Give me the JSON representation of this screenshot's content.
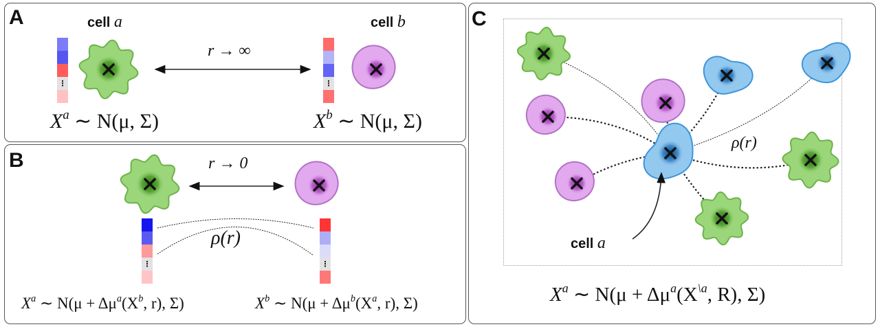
{
  "panels": {
    "a": {
      "label": "A",
      "cell_a_title": "cell",
      "cell_a_var": "a",
      "cell_b_title": "cell",
      "cell_b_var": "b",
      "arrow_label": "r → ∞",
      "formula_a": {
        "X": "X",
        "sup": "a",
        "rest": " ∼ N(μ, Σ)"
      },
      "formula_b": {
        "X": "X",
        "sup": "b",
        "rest": " ∼ N(μ, Σ)"
      },
      "bar_a_colors": [
        "#7b7cf7",
        "#5555f2",
        "#ff5c5c",
        "dots",
        "#ffc2c2"
      ],
      "bar_b_colors": [
        "#ff6b6b",
        "#b3b4f7",
        "#6363f4",
        "dots",
        "#ff7070"
      ]
    },
    "b": {
      "label": "B",
      "arrow_label": "r → 0",
      "rho_label": "ρ(r)",
      "formula_a": {
        "pre": "X",
        "sup1": "a",
        "mid": " ∼ N(μ + Δμ",
        "sup2": "a",
        "tail_pre": "(X",
        "sup3": "b",
        "tail": ", r), Σ)"
      },
      "formula_b": {
        "pre": "X",
        "sup1": "b",
        "mid": " ∼ N(μ + Δμ",
        "sup2": "b",
        "tail_pre": "(X",
        "sup3": "a",
        "tail": ", r), Σ)"
      },
      "bar_a_colors": [
        "#1616ee",
        "#5a5af3",
        "#ff9a9a",
        "dots",
        "#ffc4c6"
      ],
      "bar_b_colors": [
        "#ff3535",
        "#aeaef6",
        "#dcdcfa",
        "dots",
        "#ff7878"
      ]
    },
    "c": {
      "label": "C",
      "rho_label": "ρ(r)",
      "cell_label": "cell",
      "cell_var": "a",
      "formula": {
        "pre": "X",
        "sup1": "a",
        "mid": " ∼ N(μ + Δμ",
        "sup2": "a",
        "tail_pre": "(X",
        "sup3": "\\a",
        "tail": ", R), Σ)"
      }
    }
  },
  "cell_types": {
    "green": {
      "fill": "#9bd77a",
      "stroke": "#6db24a",
      "nucleus": "#2f7a12"
    },
    "purple": {
      "fill": "#e3a9ef",
      "stroke": "#b272c4",
      "nucleus": "#8a2a9c"
    },
    "blue": {
      "fill": "#94c9ef",
      "stroke": "#3d95dc",
      "nucleus": "#0d4c86"
    }
  }
}
